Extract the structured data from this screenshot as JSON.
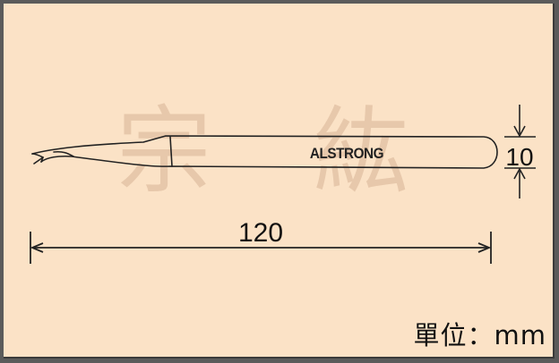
{
  "watermark": {
    "text": "宗 紘",
    "color": "#e7c8ab"
  },
  "brand": {
    "text": "ALSTRONG"
  },
  "dimensions": {
    "length": {
      "value": "120"
    },
    "width": {
      "value": "10"
    }
  },
  "unit_label": {
    "text": "單位：mm"
  },
  "colors": {
    "background": "#fbe2c6",
    "line": "#222222"
  }
}
